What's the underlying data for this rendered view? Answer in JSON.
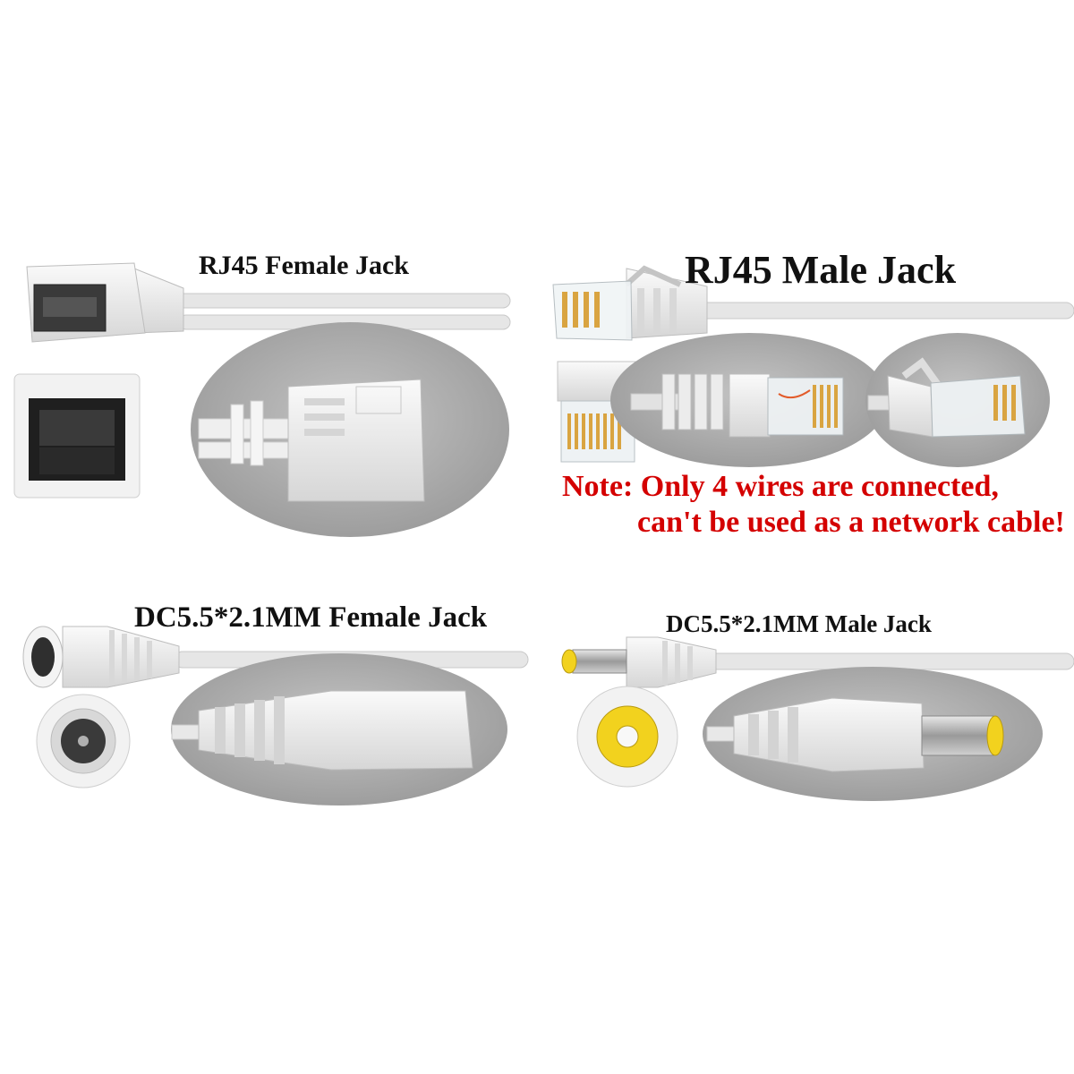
{
  "labels": {
    "rj45_female": "RJ45 Female Jack",
    "rj45_male": "RJ45 Male Jack",
    "dc_female": "DC5.5*2.1MM Female Jack",
    "dc_male": "DC5.5*2.1MM Male Jack"
  },
  "note": {
    "line1": "Note: Only 4 wires are connected,",
    "line2": "can't be used as a network cable!",
    "color": "#d40000"
  },
  "colors": {
    "background": "#ffffff",
    "plastic": "#eeeeee",
    "ellipse": "#a9a9a9",
    "dc_tip": "#f2d21e",
    "gold_pins": "#d9a441"
  }
}
